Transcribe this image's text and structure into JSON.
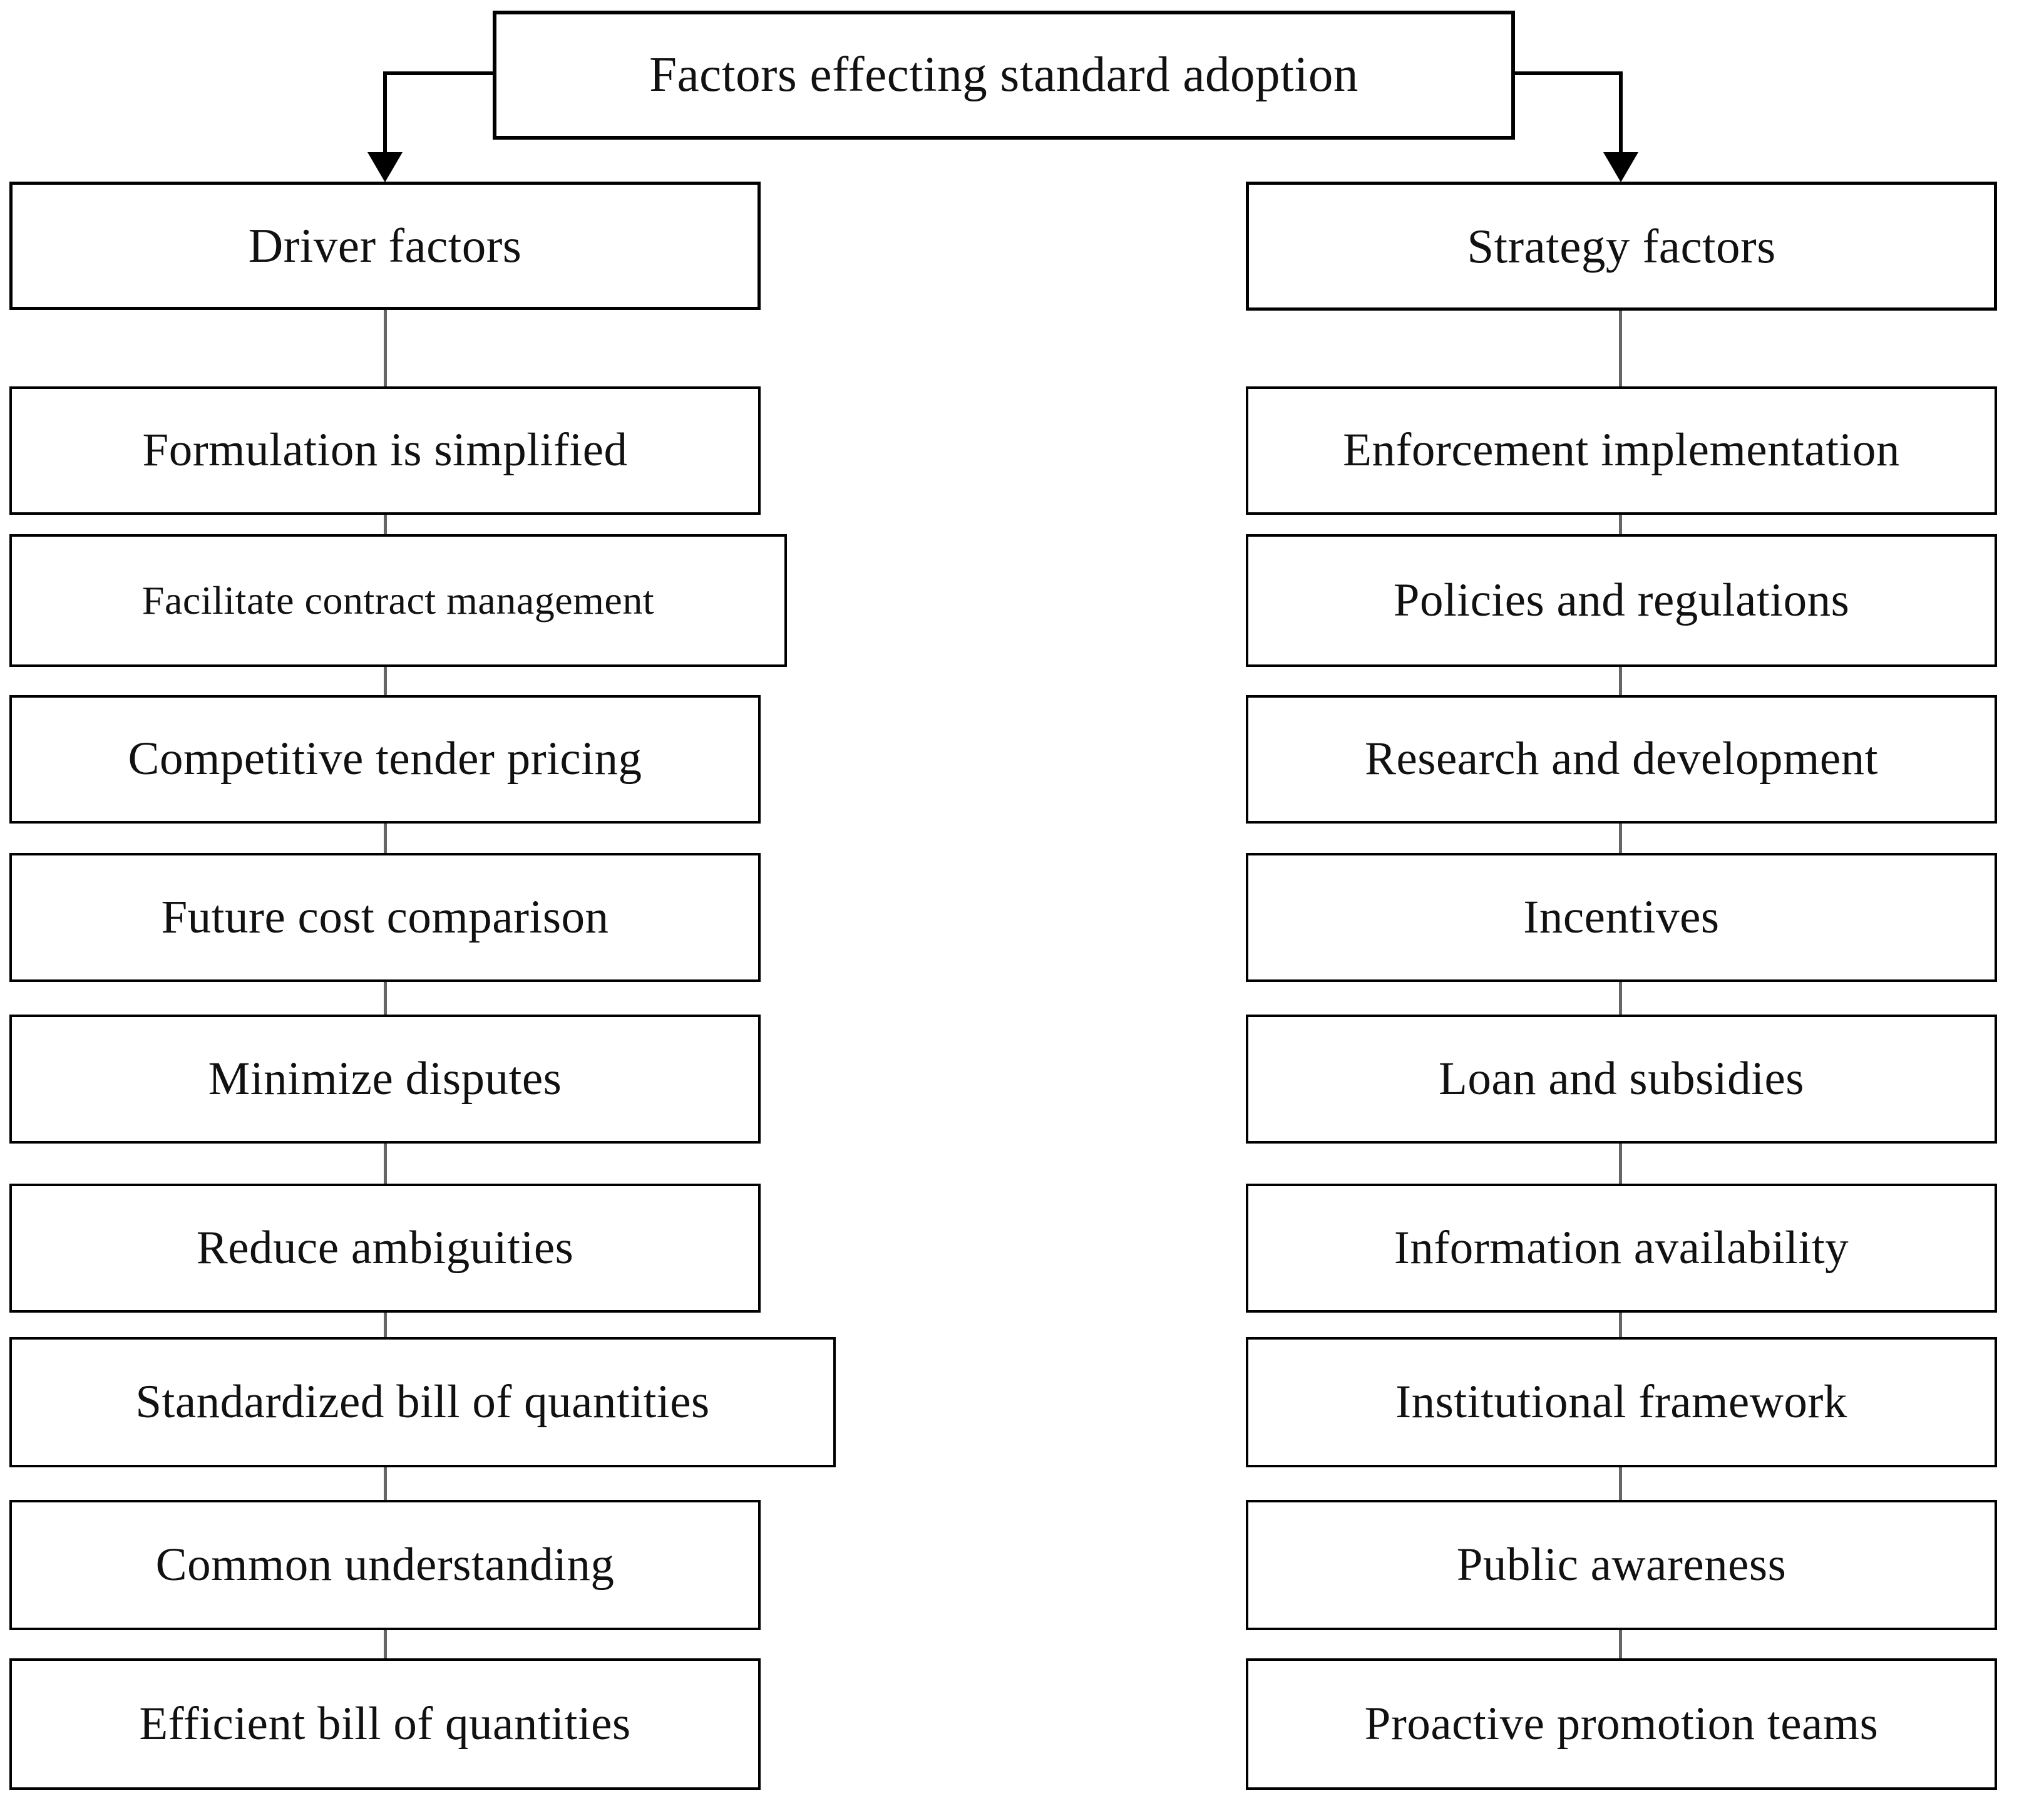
{
  "diagram": {
    "title": "Factors effecting standard adoption",
    "columns": [
      {
        "header": "Driver factors",
        "items": [
          "Formulation is simplified",
          "Facilitate contract management",
          "Competitive tender pricing",
          "Future cost comparison",
          "Minimize disputes",
          "Reduce ambiguities",
          "Standardized bill of quantities",
          "Common understanding",
          "Efficient bill of quantities"
        ]
      },
      {
        "header": "Strategy factors",
        "items": [
          "Enforcement implementation",
          "Policies and regulations",
          "Research and development",
          "Incentives",
          "Loan and subsidies",
          "Information availability",
          "Institutional framework",
          "Public awareness",
          "Proactive promotion teams"
        ]
      }
    ],
    "colors": {
      "box_border": "#000000",
      "connector": "#666666",
      "text": "#111111",
      "background": "#ffffff"
    }
  }
}
